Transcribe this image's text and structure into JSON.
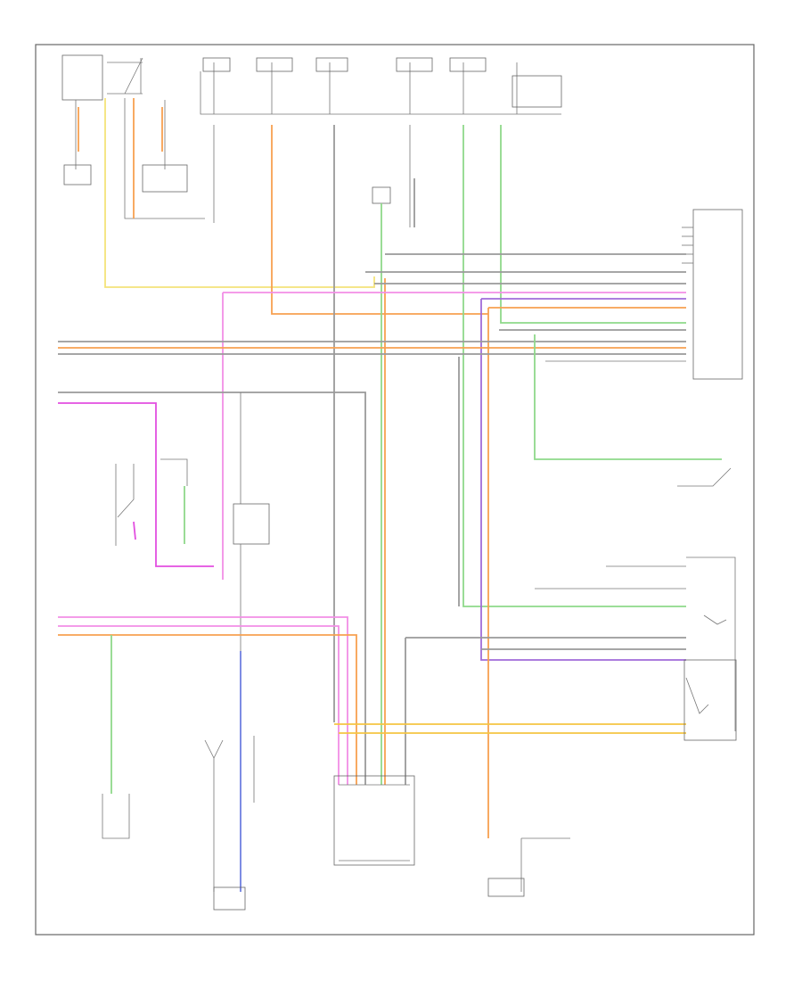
{
  "page_code": "",
  "colors": {
    "frame": "#666666",
    "gray": "#9a9a9a",
    "pink": "#f28ee6",
    "magenta": "#e24fe0",
    "orange": "#f7a050",
    "yellow": "#f4e37a",
    "green": "#8fd98a",
    "blue": "#6f7fe0",
    "red": "#f26b6b",
    "violet": "#a06bd9",
    "gold": "#f5c542"
  },
  "wire_colors": {
    "w_yellow_topleft": "yellow",
    "w_orange_topleft": "orange",
    "w_orange_col": "orange",
    "w_pink_h": "pink",
    "w_gray_h1": "gray",
    "w_gray_h2": "gray",
    "w_orange_h": "orange",
    "w_green_col": "green",
    "w_gray_col": "gray",
    "w_magenta_left": "magenta",
    "w_pink_bottom": "pink",
    "w_gold_bottom": "gold",
    "w_green_mid": "green",
    "w_blue_red": "blue",
    "w_violet_col": "violet",
    "w_orange_right": "orange"
  }
}
